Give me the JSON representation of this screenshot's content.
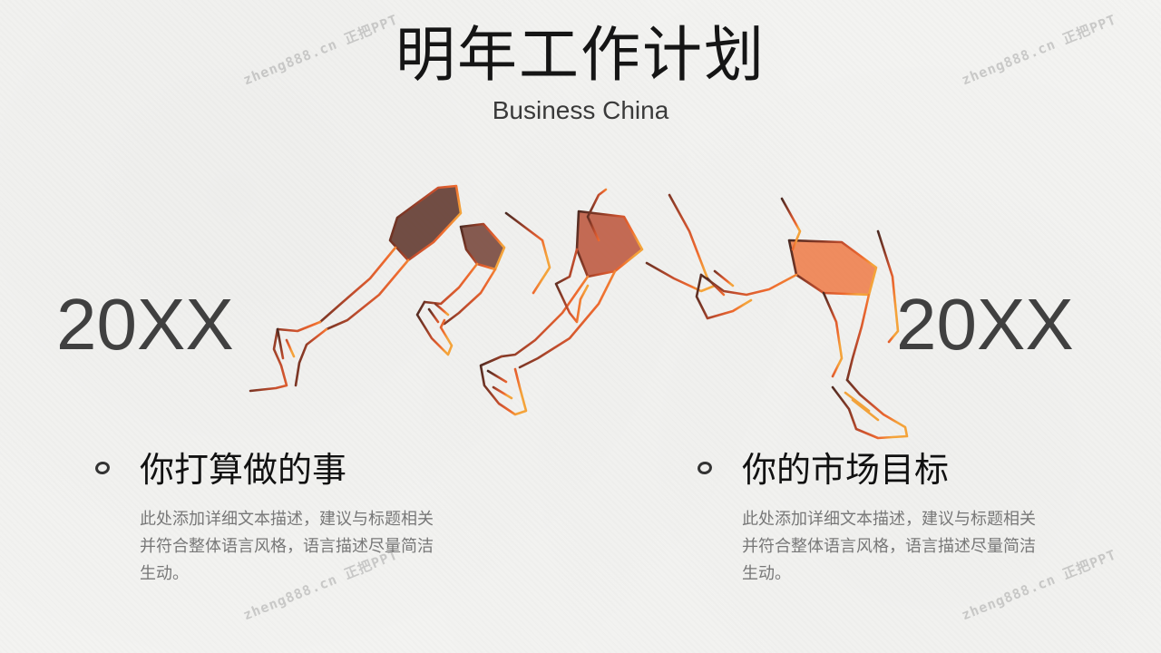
{
  "slide": {
    "title": "明年工作计划",
    "subtitle": "Business China",
    "year_left": "20XX",
    "year_right": "20XX",
    "sections": [
      {
        "heading": "你打算做的事",
        "body": "此处添加详细文本描述，建议与标题相关并符合整体语言风格，语言描述尽量简洁生动。"
      },
      {
        "heading": "你的市场目标",
        "body": "此处添加详细文本描述，建议与标题相关并符合整体语言风格，语言描述尽量简洁生动。"
      }
    ],
    "watermark": "zheng888.cn 正把PPT"
  },
  "colors": {
    "runner_dark": "#5a2e22",
    "runner_mid": "#b5482c",
    "runner_orange": "#e8642e",
    "runner_yellow": "#f2a23a"
  },
  "illustration": {
    "icon": "running-legs-sketch-icon"
  }
}
